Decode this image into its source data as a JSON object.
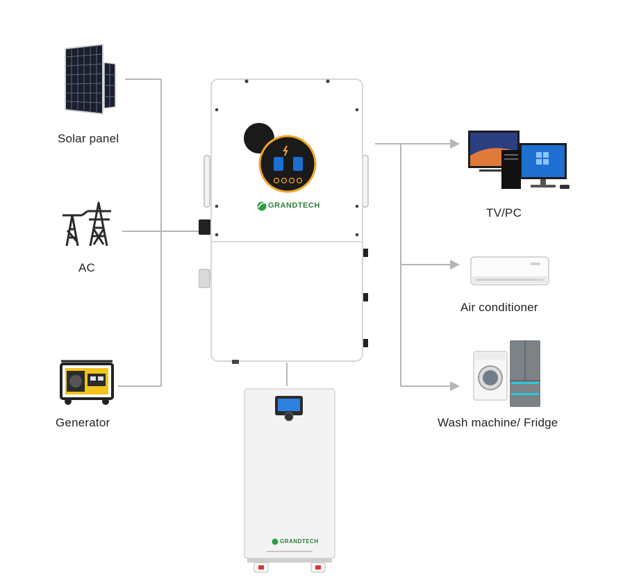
{
  "sources": [
    {
      "id": "solar",
      "label": "Solar panel",
      "icon": "solar-panel-icon"
    },
    {
      "id": "ac",
      "label": "AC",
      "icon": "power-tower-icon"
    },
    {
      "id": "generator",
      "label": "Generator",
      "icon": "generator-icon"
    }
  ],
  "loads": [
    {
      "id": "tvpc",
      "label": "TV/PC",
      "icon": "tv-pc-icon"
    },
    {
      "id": "aircon",
      "label": "Air conditioner",
      "icon": "air-conditioner-icon"
    },
    {
      "id": "washer",
      "label": "Wash machine/ Fridge",
      "icon": "washer-fridge-icon"
    }
  ],
  "inverter": {
    "brand": "GRANDTECH"
  },
  "battery": {
    "brand": "GRANDTECH"
  },
  "colors": {
    "line": "#b5b5b5",
    "accent": "#f5a623",
    "screen": "#1b6fd1"
  }
}
